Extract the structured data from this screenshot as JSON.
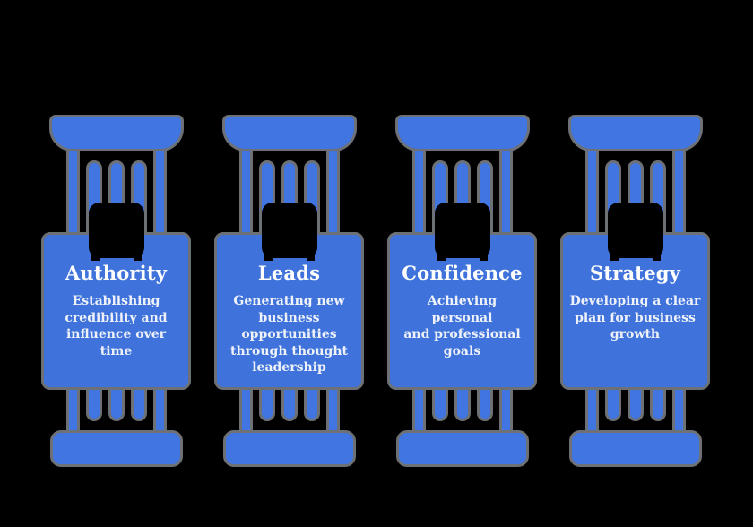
{
  "background": "#000000",
  "colors": {
    "pillar_blue": "#4075e2",
    "card_blue": "#3f73db",
    "outline_gray": "#6d7176",
    "icon_black": "#000000",
    "title_text": "#ffffff",
    "body_text": "#eef2f8"
  },
  "icons": {
    "pillar_icon": "black-rounded-square-badge"
  },
  "pillars": [
    {
      "title": "Authority",
      "description": "Establishing\ncredibility and\ninfluence over time"
    },
    {
      "title": "Leads",
      "description": "Generating new\nbusiness\nopportunities\nthrough thought\nleadership"
    },
    {
      "title": "Confidence",
      "description": "Achieving personal\nand professional\ngoals"
    },
    {
      "title": "Strategy",
      "description": "Developing a clear\nplan for business\ngrowth"
    }
  ]
}
